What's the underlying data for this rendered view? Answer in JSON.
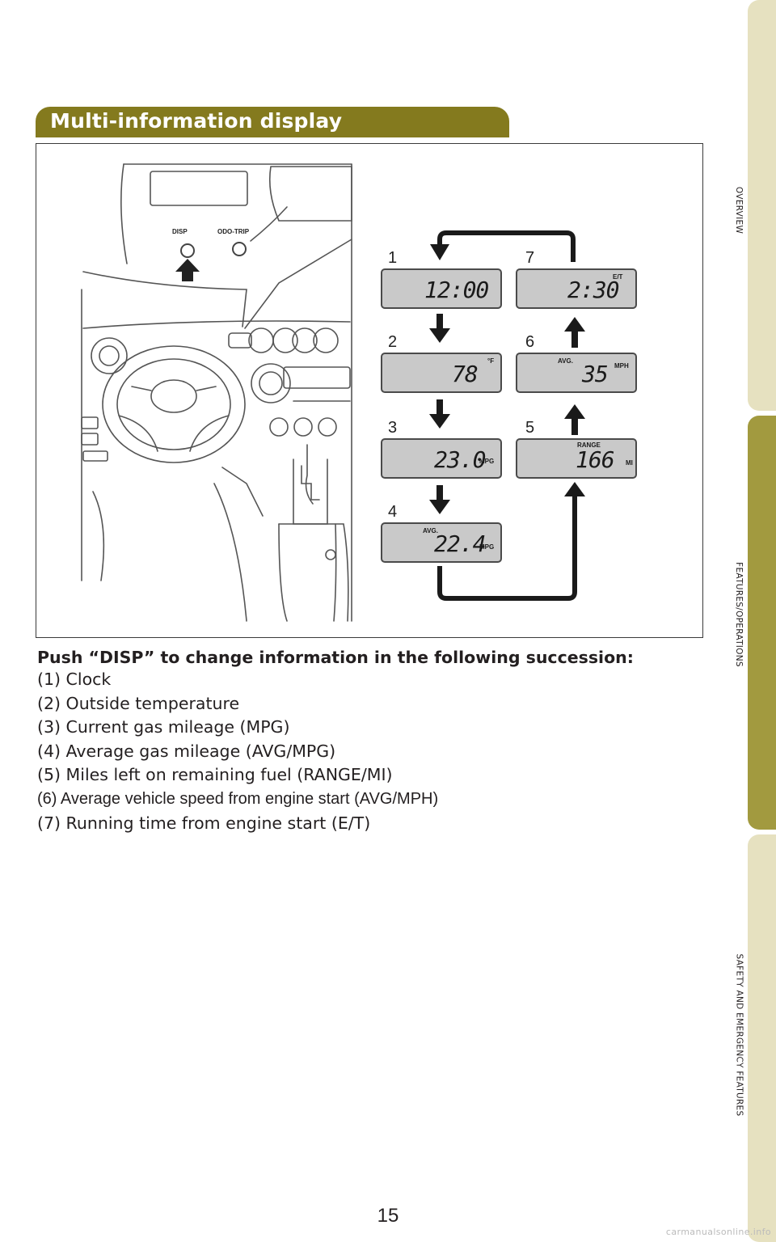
{
  "section": {
    "title": "Multi-information display"
  },
  "figure": {
    "buttons": {
      "disp": "DISP",
      "odo_trip": "ODO-TRIP"
    },
    "displays": [
      {
        "num": "1",
        "value": "12:00",
        "top_tag": "",
        "unit": ""
      },
      {
        "num": "2",
        "value": "78",
        "top_tag": "°F",
        "unit": ""
      },
      {
        "num": "3",
        "value": "23.0",
        "top_tag": "",
        "unit": "MPG"
      },
      {
        "num": "4",
        "value": "22.4",
        "top_tag": "AVG.",
        "unit": "MPG"
      },
      {
        "num": "5",
        "value": "166",
        "top_tag": "RANGE",
        "unit": "MI"
      },
      {
        "num": "6",
        "value": "35",
        "top_tag": "AVG.",
        "unit": "MPH"
      },
      {
        "num": "7",
        "value": "2:30",
        "top_tag": "E/T",
        "unit": ""
      }
    ]
  },
  "instructions": {
    "intro": "Push “DISP” to change information in the following succession:",
    "items": [
      "(1) Clock",
      "(2) Outside temperature",
      "(3) Current gas mileage (MPG)",
      "(4) Average gas mileage (AVG/MPG)",
      "(5) Miles left on remaining fuel (RANGE/MI)",
      "(6) Average vehicle speed from engine start (AVG/MPH)",
      "(7) Running time from engine start (E/T)"
    ]
  },
  "side_tabs": [
    {
      "label": "OVERVIEW",
      "color": "#e6e1c0"
    },
    {
      "label": "FEATURES/OPERATIONS",
      "color": "#a29a3f"
    },
    {
      "label": "SAFETY AND EMERGENCY FEATURES",
      "color": "#e6e1c0"
    }
  ],
  "page": {
    "number": "15",
    "footer": "carmanualsonline.info"
  }
}
